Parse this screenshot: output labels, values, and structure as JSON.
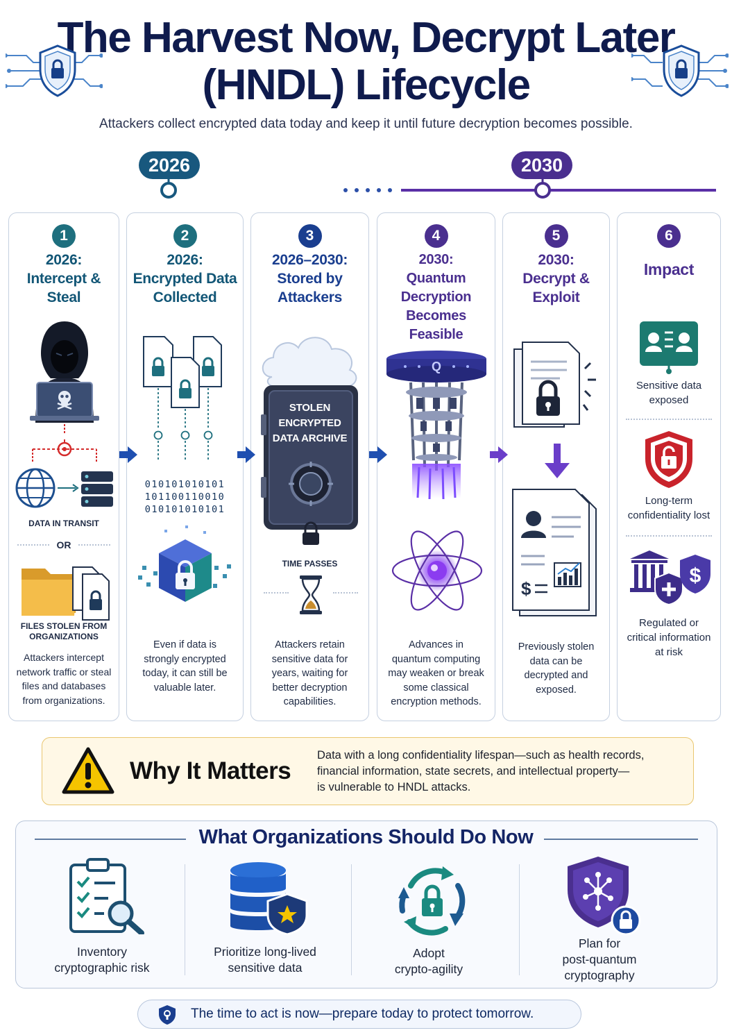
{
  "header": {
    "title_line1": "The Harvest Now, Decrypt Later",
    "title_line2": "(HNDL) Lifecycle",
    "subtitle": "Attackers collect encrypted data today and keep it until future decryption becomes possible."
  },
  "timeline": {
    "year_start": "2026",
    "year_end": "2030"
  },
  "stages": [
    {
      "number": "1",
      "title": "2026:\nIntercept &\nSteal",
      "transit_label": "DATA IN TRANSIT",
      "or_label": "OR",
      "files_label": "FILES STOLEN FROM\nORGANIZATIONS",
      "description": "Attackers intercept\nnetwork traffic or steal\nfiles and databases\nfrom organizations."
    },
    {
      "number": "2",
      "title": "2026:\nEncrypted Data\nCollected",
      "binary": [
        "010101010101",
        "101100110010",
        "010101010101"
      ],
      "description": "Even if data is\nstrongly encrypted\ntoday, it can still be\nvaluable later."
    },
    {
      "number": "3",
      "title": "2026–2030:\nStored by\nAttackers",
      "vault_label": "STOLEN\nENCRYPTED\nDATA ARCHIVE",
      "time_label": "TIME PASSES",
      "description": "Attackers retain\nsensitive data for\nyears, waiting for\nbetter decryption\ncapabilities."
    },
    {
      "number": "4",
      "title": "2030:\nQuantum\nDecryption\nBecomes Feasible",
      "q_label": "Q",
      "description": "Advances in\nquantum computing\nmay weaken or break\nsome classical\nencryption methods."
    },
    {
      "number": "5",
      "title": "2030:\nDecrypt &\nExploit",
      "description": "Previously stolen\ndata can be\ndecrypted and\nexposed."
    },
    {
      "number": "6",
      "title": "Impact",
      "impacts": [
        "Sensitive data\nexposed",
        "Long-term\nconfidentiality lost",
        "Regulated or\ncritical information\nat risk"
      ]
    }
  ],
  "why": {
    "title": "Why It Matters",
    "text": "Data with a long confidentiality lifespan—such as health records,\nfinancial information, state secrets, and intellectual property—\nis vulnerable to HNDL attacks."
  },
  "todo": {
    "title": "What Organizations Should Do Now",
    "actions": [
      {
        "label": "Inventory\ncryptographic risk",
        "icon": "checklist-magnifier-icon"
      },
      {
        "label": "Prioritize long-lived\nsensitive data",
        "icon": "database-shield-icon"
      },
      {
        "label": "Adopt\ncrypto-agility",
        "icon": "cycle-lock-icon"
      },
      {
        "label": "Plan for\npost-quantum\ncryptography",
        "icon": "quantum-shield-icon"
      }
    ]
  },
  "footer": {
    "text": "The time to act is now—prepare today to protect tomorrow."
  },
  "colors": {
    "teal": "#125676",
    "blue": "#1a3e8f",
    "purple": "#4a2f8f",
    "navy": "#0f1b4d",
    "warning": "#f5c400"
  }
}
